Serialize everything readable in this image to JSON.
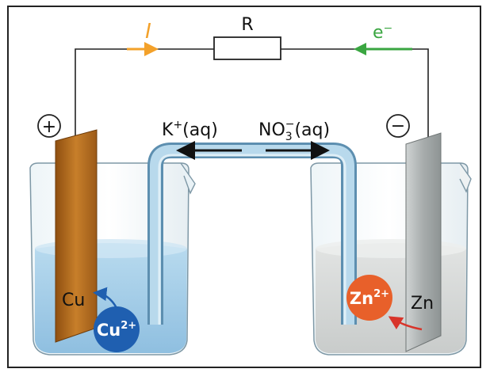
{
  "resistor_label": "R",
  "current_label": "I",
  "electron_label": "e",
  "electron_sup": "−",
  "positive_sign": "+",
  "negative_sign": "−",
  "salt_bridge": {
    "cation_base": "K",
    "cation_sup": "+",
    "cation_state": "(aq)",
    "anion_base": "NO",
    "anion_sub": "3",
    "anion_sup": "−",
    "anion_state": "(aq)"
  },
  "left_cell": {
    "electrode": "Cu",
    "ion_base": "Cu",
    "ion_sup": "2+"
  },
  "right_cell": {
    "electrode": "Zn",
    "ion_base": "Zn",
    "ion_sup": "2+"
  },
  "colors": {
    "current_arrow": "#f3a12a",
    "electron_arrow": "#3aa641",
    "copper_ion": "#1f5fb0",
    "zinc_ion": "#e8602a",
    "solution_left": "#a9cfe8",
    "solution_right": "#d3d6d5",
    "copper_plate": "#b06a1c",
    "zinc_plate": "#a3a8a8",
    "frame_border": "#222222"
  }
}
